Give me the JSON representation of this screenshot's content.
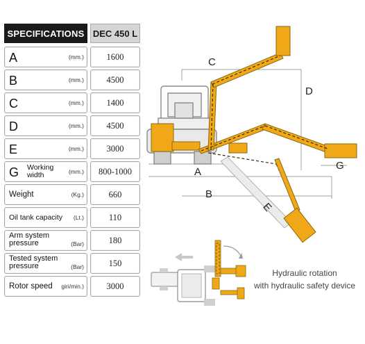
{
  "table": {
    "header_label": "SPECIFICATIONS",
    "header_model": "DEC 450 L",
    "rows": [
      {
        "label": "A",
        "unit": "(mm.)",
        "value": "1600"
      },
      {
        "label": "B",
        "unit": "(mm.)",
        "value": "4500"
      },
      {
        "label": "C",
        "unit": "(mm.)",
        "value": "1400"
      },
      {
        "label": "D",
        "unit": "(mm.)",
        "value": "4500"
      },
      {
        "label": "E",
        "unit": "(mm.)",
        "value": "3000"
      },
      {
        "label": "G",
        "sublabel": "Working width",
        "unit": "(mm.)",
        "value": "800-1000"
      },
      {
        "label": "Weight",
        "unit": "(Kg.)",
        "value": "660"
      },
      {
        "label": "Oil tank capacity",
        "unit": "(Lt.)",
        "value": "110"
      },
      {
        "label": "Arm system pressure",
        "unit": "(Bar)",
        "value": "180"
      },
      {
        "label": "Tested system pressure",
        "unit": "(Bar)",
        "value": "150"
      },
      {
        "label": "Rotor speed",
        "unit": "giri/min.)",
        "value": "3000"
      }
    ]
  },
  "diagram": {
    "labels": {
      "A": "A",
      "B": "B",
      "C": "C",
      "D": "D",
      "E": "E",
      "G": "G"
    },
    "caption_line1": "Hydraulic rotation",
    "caption_line2": "with hydraulic safety device"
  },
  "colors": {
    "arm": "#f0a818",
    "arm_stroke": "#8a6a10",
    "dim_line": "#9a9a9a",
    "header_bg": "#1a1a1a"
  }
}
